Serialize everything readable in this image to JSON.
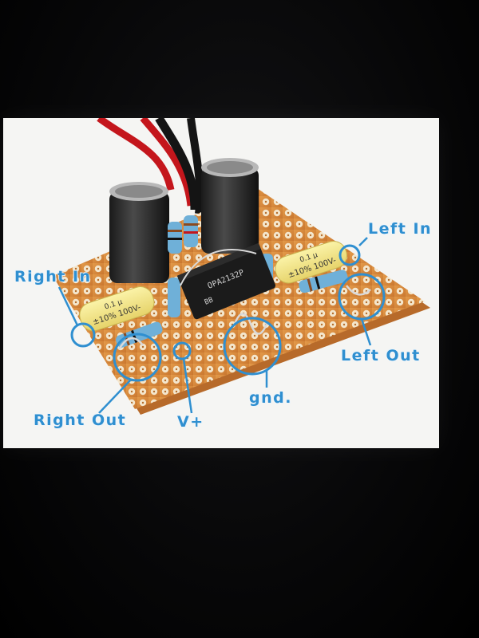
{
  "annotations": {
    "left_in": "Left In",
    "right_in": "Right In",
    "left_out": "Left Out",
    "gnd": "gnd.",
    "right_out": "Right Out",
    "v_plus": "V+"
  },
  "capacitor_left": {
    "line1": "0.1 μ",
    "line2": "±10% 100V-"
  },
  "capacitor_right": {
    "line1": "0.1 μ",
    "line2": "±10% 100V-"
  },
  "chip": {
    "line1": "OPA2132P",
    "line2": "BB"
  },
  "colors": {
    "annotation": "#2f8fd0",
    "board": "#d98a3c",
    "pad": "#f1e2c6",
    "background": "#000000"
  }
}
